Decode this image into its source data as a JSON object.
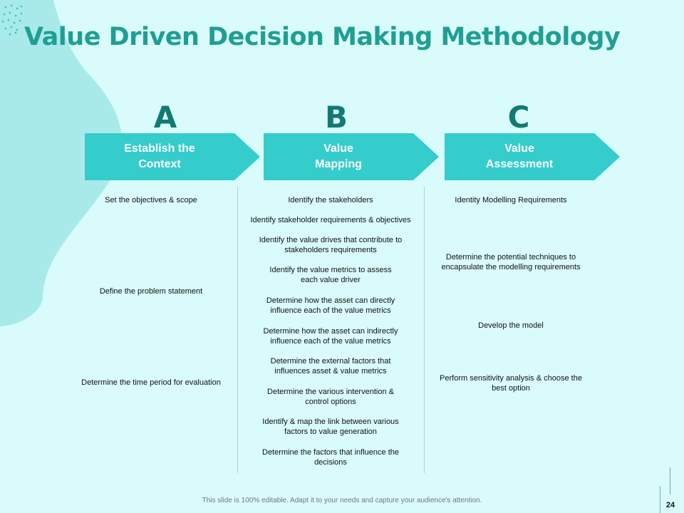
{
  "title": "Value Driven Decision Making Methodology",
  "colors": {
    "accent": "#35cccc",
    "title": "#1f9f93",
    "letter": "#127a74",
    "background": "#d9fbfb",
    "blob": "#a8eaea"
  },
  "columns": [
    {
      "letter": "A",
      "heading": "Establish the\nContext",
      "items": [
        "Set the objectives & scope",
        "Define the problem statement",
        "Determine the time period for evaluation"
      ]
    },
    {
      "letter": "B",
      "heading": "Value\nMapping",
      "items": [
        "Identify the stakeholders",
        "Identify stakeholder requirements & objectives",
        "Identify the value drives that contribute to\nstakeholders requirements",
        "Identify the value metrics to assess\neach value driver",
        "Determine how the asset can directly\ninfluence each of the value metrics",
        "Determine how the asset can indirectly\ninfluence each of the value metrics",
        "Determine the external factors that\ninfluences asset & value metrics",
        "Determine the various intervention &\ncontrol options",
        "Identify & map the link between various\nfactors to value generation",
        "Determine the factors that influence the\ndecisions"
      ]
    },
    {
      "letter": "C",
      "heading": "Value\nAssessment",
      "items": [
        "Identity Modelling Requirements",
        "Determine the potential techniques to\nencapsulate the modelling requirements",
        "Develop the model",
        "Perform sensitivity analysis & choose the\nbest option"
      ]
    }
  ],
  "footer": "This slide is 100% editable.  Adapt it to your needs and capture your audience's attention.",
  "page_number": "24"
}
